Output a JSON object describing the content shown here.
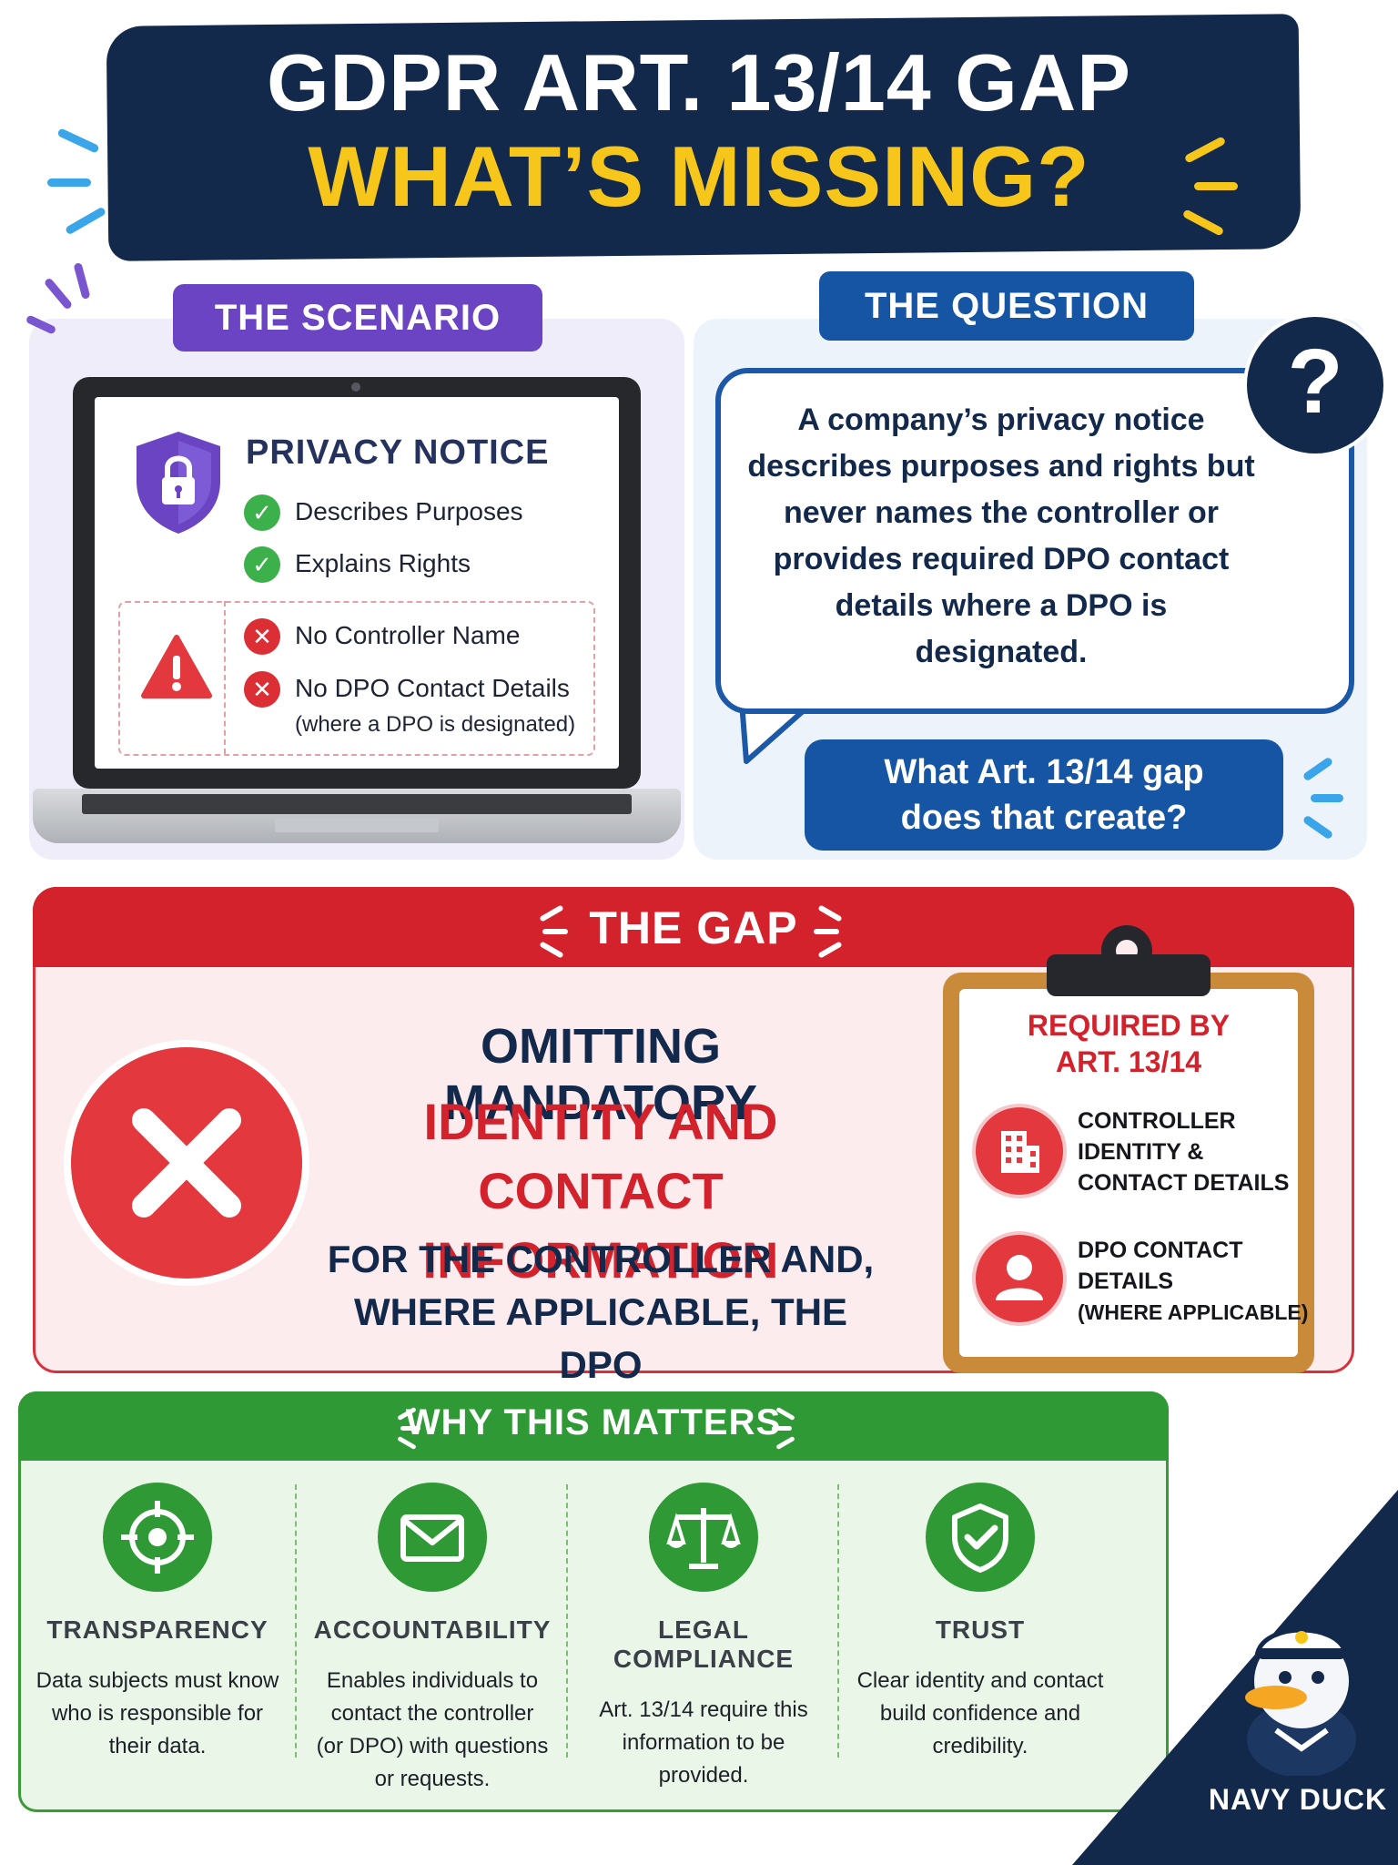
{
  "header": {
    "title_line1": "GDPR ART. 13/14 GAP",
    "title_line2": "WHAT’S MISSING?"
  },
  "scenario": {
    "label": "THE SCENARIO",
    "notice_title": "PRIVACY NOTICE",
    "present_items": [
      "Describes Purposes",
      "Explains Rights"
    ],
    "missing_items": [
      "No Controller Name",
      "No DPO Contact Details"
    ],
    "missing_note": "(where a DPO is designated)"
  },
  "question": {
    "label": "THE QUESTION",
    "body": "A company’s privacy notice describes purposes and rights but never names the controller or provides required DPO contact details where a DPO is designated.",
    "ask_line1": "What Art. 13/14 gap",
    "ask_line2": "does that create?",
    "mark": "?"
  },
  "gap": {
    "label": "THE GAP",
    "line1": "OMITTING MANDATORY",
    "line2a": "IDENTITY AND CONTACT",
    "line2b": "INFORMATION",
    "line3a": "FOR THE CONTROLLER AND,",
    "line3b": "WHERE APPLICABLE, THE DPO",
    "required_title_a": "REQUIRED BY",
    "required_title_b": "ART. 13/14",
    "required": [
      {
        "lines": [
          "CONTROLLER",
          "IDENTITY &",
          "CONTACT DETAILS"
        ],
        "icon": "building-icon"
      },
      {
        "lines": [
          "DPO CONTACT",
          "DETAILS",
          "(WHERE APPLICABLE)"
        ],
        "icon": "person-icon"
      }
    ]
  },
  "why": {
    "label": "WHY THIS MATTERS",
    "items": [
      {
        "label": "TRANSPARENCY",
        "desc": [
          "Data subjects must know",
          "who is responsible for",
          "their data."
        ],
        "icon": "target-icon"
      },
      {
        "label": "ACCOUNTABILITY",
        "desc": [
          "Enables individuals to",
          "contact the controller",
          "(or DPO) with questions",
          "or requests."
        ],
        "icon": "envelope-icon"
      },
      {
        "label": "LEGAL COMPLIANCE",
        "desc": [
          "Art. 13/14 require this",
          "information to be",
          "provided."
        ],
        "icon": "scales-icon"
      },
      {
        "label": "TRUST",
        "desc": [
          "Clear identity and contact",
          "build confidence and",
          "credibility."
        ],
        "icon": "shield-check-icon"
      }
    ]
  },
  "brand": {
    "name": "NAVY DUCK"
  },
  "colors": {
    "navy": "#13294b",
    "yellow": "#f7c61a",
    "purple": "#6a44c2",
    "blue": "#1555a4",
    "red": "#d3222c",
    "green": "#2f9a35",
    "clipboard": "#c98b3a"
  }
}
